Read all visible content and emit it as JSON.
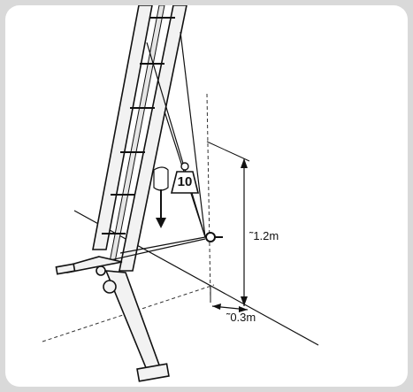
{
  "diagram": {
    "weight": {
      "value": "10"
    },
    "dimensions": {
      "height": "˜1.2m",
      "offset": "˜0.3m"
    }
  }
}
